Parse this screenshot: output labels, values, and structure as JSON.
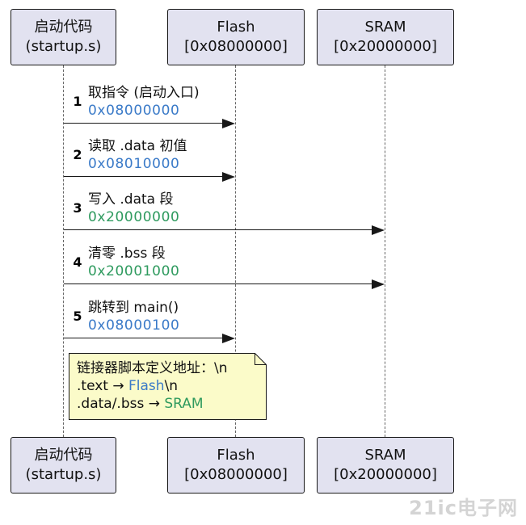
{
  "participants": [
    {
      "line1": "启动代码",
      "line2": "(startup.s)"
    },
    {
      "line1": "Flash",
      "line2": "[0x08000000]"
    },
    {
      "line1": "SRAM",
      "line2": "[0x20000000]"
    }
  ],
  "messages": [
    {
      "num": "1",
      "label": "取指令 (启动入口)",
      "addr": "0x08000000",
      "target": "Flash"
    },
    {
      "num": "2",
      "label": "读取 .data 初值",
      "addr": "0x08010000",
      "target": "Flash"
    },
    {
      "num": "3",
      "label": "写入 .data 段",
      "addr": "0x20000000",
      "target": "SRAM"
    },
    {
      "num": "4",
      "label": "清零 .bss 段",
      "addr": "0x20001000",
      "target": "SRAM"
    },
    {
      "num": "5",
      "label": "跳转到 main()",
      "addr": "0x08000100",
      "target": "Flash"
    }
  ],
  "note": {
    "line1": "链接器脚本定义地址：\\n",
    "line2_prefix": ".text → ",
    "line2_highlight": "Flash",
    "line2_suffix": "\\n",
    "line3_prefix": ".data/.bss → ",
    "line3_highlight": "SRAM"
  },
  "watermark": "21ic电子网",
  "colors": {
    "box_fill": "#e2e2f0",
    "note_fill": "#fbfbc9",
    "flash_address": "#3a7ac8",
    "sram_address": "#2e9a5e"
  }
}
